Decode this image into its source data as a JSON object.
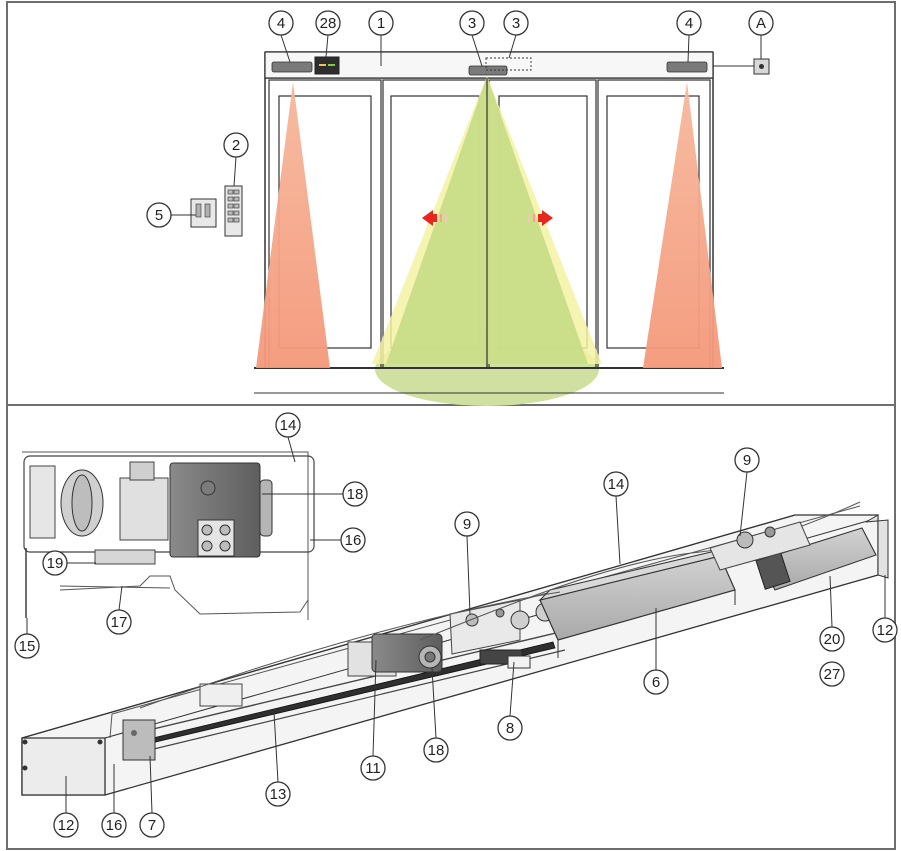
{
  "colors": {
    "frame": "#6e6e6e",
    "side_sensor_beam": "#f4a07e",
    "center_sensor_beam_green": "#c9dd8a",
    "center_sensor_beam_yellow": "#f1f1a8",
    "floor_detection_area": "#cfe0a0",
    "arrow": "#e8261e",
    "housing": "#f3f3f3",
    "motor_grey": "#6f6f6f",
    "gearbox_grey": "#bdbdbd",
    "indicator_green": "#7ecf3a",
    "indicator_yellow": "#e6c84a"
  },
  "top_panel": {
    "callouts": [
      {
        "id": "c-top-4-left",
        "label": "4"
      },
      {
        "id": "c-top-28",
        "label": "28"
      },
      {
        "id": "c-top-1",
        "label": "1"
      },
      {
        "id": "c-top-3-a",
        "label": "3"
      },
      {
        "id": "c-top-3-b",
        "label": "3"
      },
      {
        "id": "c-top-4-right",
        "label": "4"
      },
      {
        "id": "c-top-A",
        "label": "A"
      },
      {
        "id": "c-top-2",
        "label": "2"
      },
      {
        "id": "c-top-5",
        "label": "5"
      }
    ]
  },
  "bottom_panel": {
    "callouts": [
      {
        "id": "c-bot-14-inset",
        "label": "14"
      },
      {
        "id": "c-bot-18-inset",
        "label": "18"
      },
      {
        "id": "c-bot-16-inset",
        "label": "16"
      },
      {
        "id": "c-bot-19",
        "label": "19"
      },
      {
        "id": "c-bot-15",
        "label": "15"
      },
      {
        "id": "c-bot-17",
        "label": "17"
      },
      {
        "id": "c-bot-9-left",
        "label": "9"
      },
      {
        "id": "c-bot-14",
        "label": "14"
      },
      {
        "id": "c-bot-9-right",
        "label": "9"
      },
      {
        "id": "c-bot-6",
        "label": "6"
      },
      {
        "id": "c-bot-12-right",
        "label": "12"
      },
      {
        "id": "c-bot-20",
        "label": "20"
      },
      {
        "id": "c-bot-27",
        "label": "27"
      },
      {
        "id": "c-bot-8",
        "label": "8"
      },
      {
        "id": "c-bot-18",
        "label": "18"
      },
      {
        "id": "c-bot-11",
        "label": "11"
      },
      {
        "id": "c-bot-13",
        "label": "13"
      },
      {
        "id": "c-bot-12-left",
        "label": "12"
      },
      {
        "id": "c-bot-16",
        "label": "16"
      },
      {
        "id": "c-bot-7",
        "label": "7"
      }
    ]
  }
}
